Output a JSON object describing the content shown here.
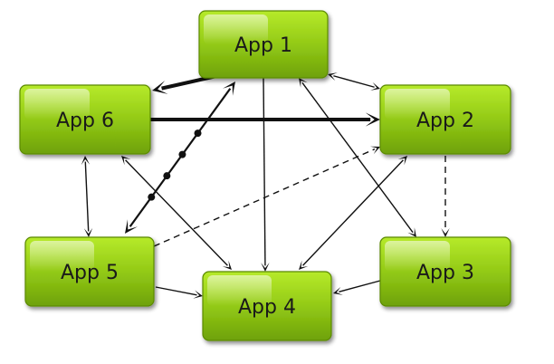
{
  "diagram": {
    "colors": {
      "node_fill_light": "#a9e01c",
      "node_fill_dark": "#6ea10a",
      "node_border": "#5b8a06",
      "edge": "#111111",
      "label": "#1a1a1a"
    },
    "nodes": [
      {
        "id": "app1",
        "label": "App 1"
      },
      {
        "id": "app2",
        "label": "App 2"
      },
      {
        "id": "app3",
        "label": "App 3"
      },
      {
        "id": "app4",
        "label": "App 4"
      },
      {
        "id": "app5",
        "label": "App 5"
      },
      {
        "id": "app6",
        "label": "App 6"
      }
    ],
    "edges": [
      {
        "from": "app1",
        "to": "app6",
        "style": "bold",
        "arrows": "end"
      },
      {
        "from": "app1",
        "to": "app2",
        "style": "normal",
        "arrows": "both"
      },
      {
        "from": "app1",
        "to": "app4",
        "style": "normal",
        "arrows": "end"
      },
      {
        "from": "app1",
        "to": "app3",
        "style": "normal",
        "arrows": "both"
      },
      {
        "from": "app1",
        "to": "app5",
        "style": "dotted-bold",
        "arrows": "both"
      },
      {
        "from": "app6",
        "to": "app2",
        "style": "bold",
        "arrows": "end"
      },
      {
        "from": "app6",
        "to": "app5",
        "style": "normal",
        "arrows": "both"
      },
      {
        "from": "app6",
        "to": "app4",
        "style": "normal",
        "arrows": "both"
      },
      {
        "from": "app2",
        "to": "app3",
        "style": "dashed",
        "arrows": "end"
      },
      {
        "from": "app2",
        "to": "app4",
        "style": "normal",
        "arrows": "both"
      },
      {
        "from": "app5",
        "to": "app2",
        "style": "dashed",
        "arrows": "end"
      },
      {
        "from": "app5",
        "to": "app4",
        "style": "normal",
        "arrows": "end"
      },
      {
        "from": "app3",
        "to": "app4",
        "style": "normal",
        "arrows": "end"
      }
    ]
  }
}
